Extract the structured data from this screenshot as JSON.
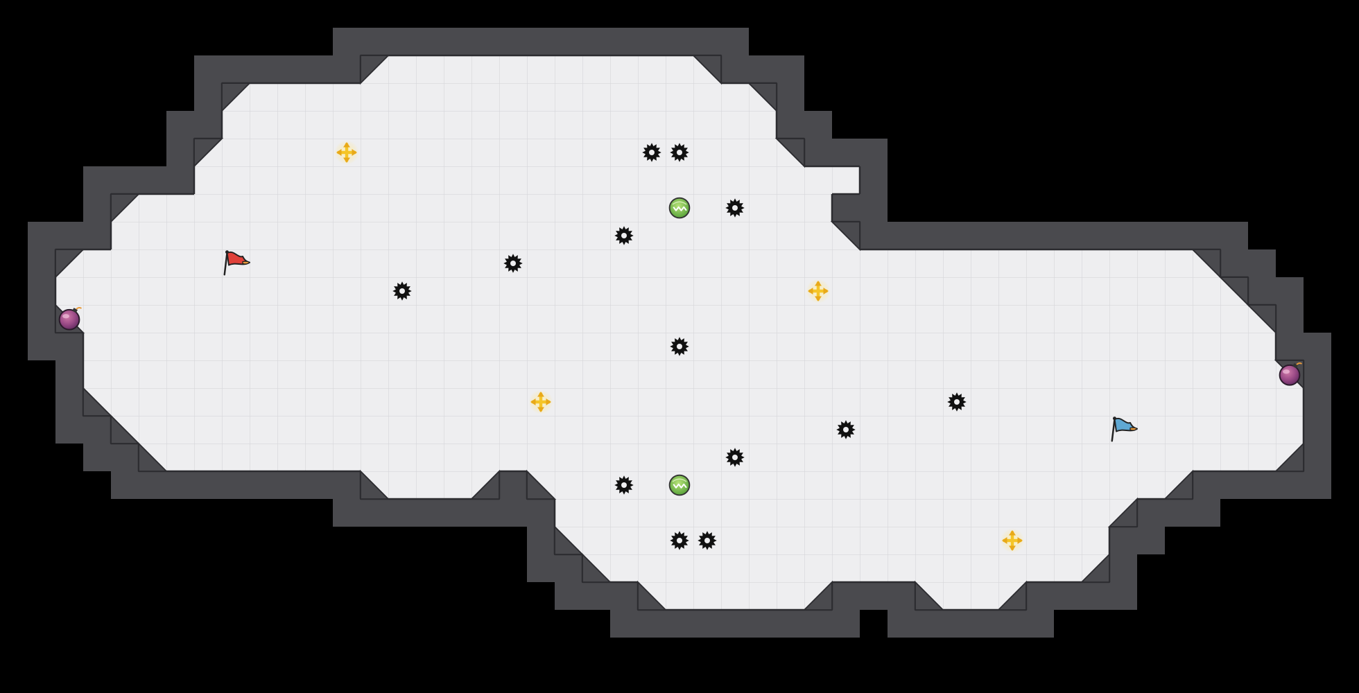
{
  "game": {
    "type": "capture-the-flag arena map",
    "grid_cell_size_units": 32,
    "colors": {
      "background": "#000000",
      "floor": "#eeeef0",
      "grid_line": "#d6d6da",
      "wall": "#4a4a4e",
      "wall_edge": "#2c2c30",
      "bevel_light": "#dcdce0",
      "team_red": "#e0413a",
      "team_blue": "#5fa8d3",
      "boost_yellow": "#f5c528",
      "powerup_green": "#7ec850",
      "bomb_purple": "#b0508a"
    },
    "floor_cells": [
      [
        13,
        2,
        8
      ],
      [
        19,
        2,
        7
      ],
      [
        8,
        3,
        20
      ],
      [
        8,
        4,
        20
      ],
      [
        7,
        5,
        22
      ],
      [
        7,
        6,
        24
      ],
      [
        4,
        7,
        26
      ],
      [
        4,
        8,
        27
      ],
      [
        2,
        9,
        42
      ],
      [
        2,
        10,
        43
      ],
      [
        2,
        11,
        44
      ],
      [
        3,
        12,
        43
      ],
      [
        3,
        13,
        44
      ],
      [
        3,
        14,
        44
      ],
      [
        4,
        15,
        43
      ],
      [
        5,
        16,
        42
      ],
      [
        13,
        17,
        5
      ],
      [
        19,
        17,
        24
      ],
      [
        20,
        18,
        21
      ],
      [
        20,
        19,
        20
      ],
      [
        21,
        20,
        19
      ],
      [
        23,
        21,
        7
      ],
      [
        33,
        21,
        4
      ]
    ],
    "entities": [
      {
        "kind": "flag",
        "team": "red",
        "icon": "red-flag-icon",
        "col": 8,
        "row": 9
      },
      {
        "kind": "flag",
        "team": "blue",
        "icon": "blue-flag-icon",
        "col": 40,
        "row": 15
      },
      {
        "kind": "bomb",
        "icon": "bomb-icon",
        "col": 2,
        "row": 11
      },
      {
        "kind": "bomb",
        "icon": "bomb-icon",
        "col": 46,
        "row": 13
      },
      {
        "kind": "boost",
        "icon": "boost-icon",
        "col": 12,
        "row": 5
      },
      {
        "kind": "boost",
        "icon": "boost-icon",
        "col": 29,
        "row": 10
      },
      {
        "kind": "boost",
        "icon": "boost-icon",
        "col": 19,
        "row": 14
      },
      {
        "kind": "boost",
        "icon": "boost-icon",
        "col": 36,
        "row": 19
      },
      {
        "kind": "powerup",
        "icon": "powerup-icon",
        "col": 24,
        "row": 7
      },
      {
        "kind": "powerup",
        "icon": "powerup-icon",
        "col": 24,
        "row": 17
      },
      {
        "kind": "spike",
        "icon": "spike-icon",
        "col": 23,
        "row": 5
      },
      {
        "kind": "spike",
        "icon": "spike-icon",
        "col": 24,
        "row": 5
      },
      {
        "kind": "spike",
        "icon": "spike-icon",
        "col": 26,
        "row": 7
      },
      {
        "kind": "spike",
        "icon": "spike-icon",
        "col": 22,
        "row": 8
      },
      {
        "kind": "spike",
        "icon": "spike-icon",
        "col": 18,
        "row": 9
      },
      {
        "kind": "spike",
        "icon": "spike-icon",
        "col": 14,
        "row": 10
      },
      {
        "kind": "spike",
        "icon": "spike-icon",
        "col": 24,
        "row": 12
      },
      {
        "kind": "spike",
        "icon": "spike-icon",
        "col": 34,
        "row": 14
      },
      {
        "kind": "spike",
        "icon": "spike-icon",
        "col": 30,
        "row": 15
      },
      {
        "kind": "spike",
        "icon": "spike-icon",
        "col": 26,
        "row": 16
      },
      {
        "kind": "spike",
        "icon": "spike-icon",
        "col": 22,
        "row": 17
      },
      {
        "kind": "spike",
        "icon": "spike-icon",
        "col": 24,
        "row": 19
      },
      {
        "kind": "spike",
        "icon": "spike-icon",
        "col": 25,
        "row": 19
      }
    ]
  }
}
